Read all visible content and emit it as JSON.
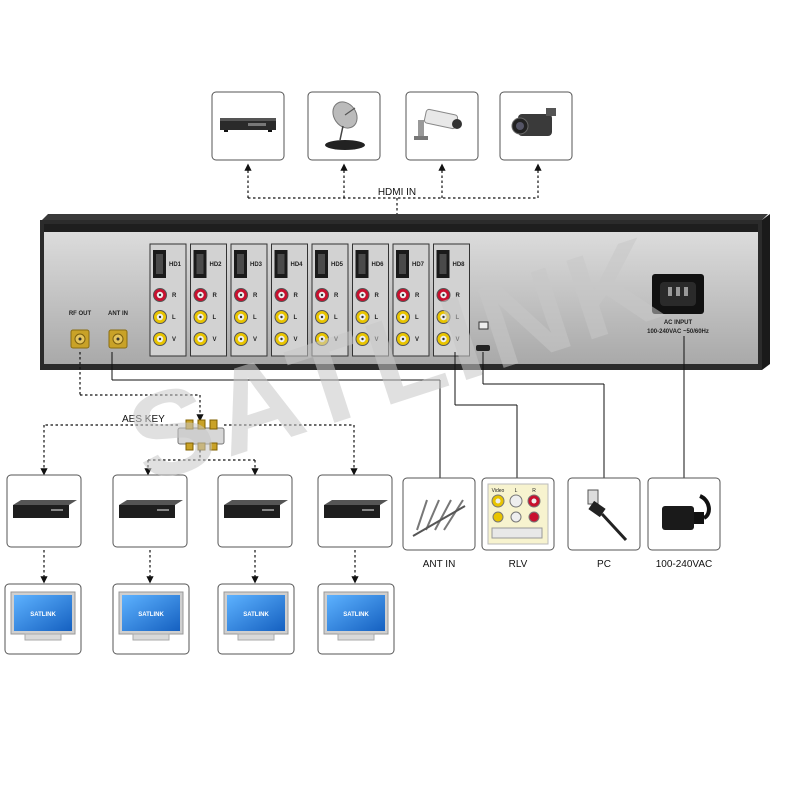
{
  "watermark": "SATLINK",
  "hdmi_in_label": "HDMI IN",
  "aes_key_label": "AES KEY",
  "rear_panel": {
    "rf_out": "RF OUT",
    "ant_in": "ANT IN",
    "hd_ports": [
      "HD1",
      "HD2",
      "HD3",
      "HD4",
      "HD5",
      "HD6",
      "HD7",
      "HD8"
    ],
    "rca_letters": [
      "R",
      "L",
      "V"
    ],
    "ac_input": "AC INPUT",
    "ac_spec": "100-240VAC  ~50/60Hz"
  },
  "top_sources": [
    {
      "icon": "dvd-player-icon"
    },
    {
      "icon": "satellite-dish-icon"
    },
    {
      "icon": "cctv-camera-icon"
    },
    {
      "icon": "camcorder-icon"
    }
  ],
  "receivers": [
    {
      "icon": "set-top-box-icon"
    },
    {
      "icon": "set-top-box-icon"
    },
    {
      "icon": "set-top-box-icon"
    },
    {
      "icon": "set-top-box-icon"
    }
  ],
  "tvs": [
    {
      "icon": "tv-monitor-icon",
      "screen_text": "SATLINK"
    },
    {
      "icon": "tv-monitor-icon",
      "screen_text": "SATLINK"
    },
    {
      "icon": "tv-monitor-icon",
      "screen_text": "SATLINK"
    },
    {
      "icon": "tv-monitor-icon",
      "screen_text": "SATLINK"
    }
  ],
  "connectors": [
    {
      "label": "ANT IN",
      "icon": "antenna-icon"
    },
    {
      "label": "RLV",
      "icon": "rca-jacks-icon",
      "rlv_letters": [
        "Video",
        "L",
        "R"
      ]
    },
    {
      "label": "PC",
      "icon": "usb-cable-icon"
    },
    {
      "label": "100-240VAC",
      "icon": "power-cord-icon"
    }
  ],
  "colors": {
    "panel_face": "#c9c9c9",
    "chassis": "#2b2b2b",
    "rca_red": "#c8102e",
    "rca_yellow": "#e8c400",
    "rca_white": "#eeeeee",
    "screen_blue": "#1f7fd8",
    "watermark": "#cfcfcf"
  }
}
